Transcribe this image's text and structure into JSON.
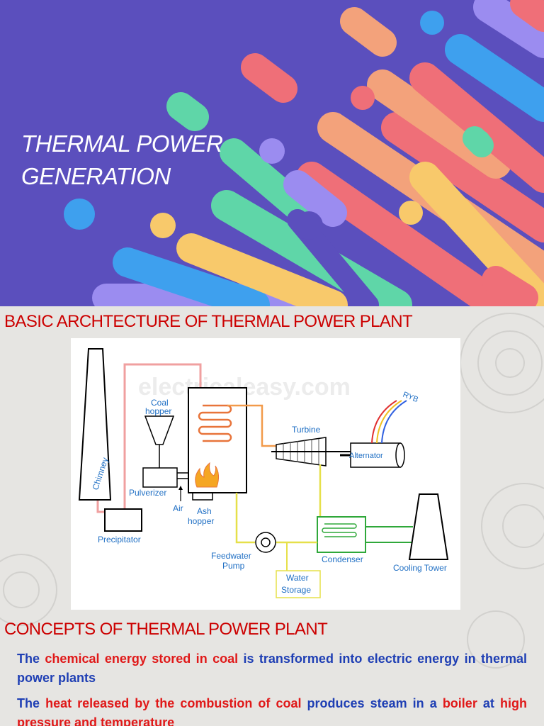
{
  "slide1": {
    "title_line1": "THERMAL POWER",
    "title_line2": "GENERATION"
  },
  "slide2": {
    "heading_architecture": "BASIC ARCHTECTURE OF THERMAL POWER PLANT",
    "heading_concepts": "CONCEPTS OF THERMAL POWER PLANT",
    "diagram": {
      "watermark": "electricaleasy.com",
      "labels": {
        "chimney": "Chimney",
        "coal_hopper_1": "Coal",
        "coal_hopper_2": "hopper",
        "pulverizer": "Pulverizer",
        "air": "Air",
        "ash_hopper_1": "Ash",
        "ash_hopper_2": "hopper",
        "precipitator": "Precipitator",
        "turbine": "Turbine",
        "alternator": "Alternator",
        "ryb": "RYB",
        "feedwater_1": "Feedwater",
        "feedwater_2": "Pump",
        "condenser": "Condenser",
        "cooling_tower": "Cooling Tower",
        "water_storage_1": "Water",
        "water_storage_2": "Storage"
      }
    },
    "concept1": {
      "p1": "The",
      "p2": "chemical energy stored in coal",
      "p3": "is transformed into electric energy in thermal power plants"
    },
    "concept2": {
      "p1": "The",
      "p2": "heat released by the combustion of coal",
      "p3": "produces steam in a",
      "p4": "boiler",
      "p5": "at",
      "p6": "high pressure and temperature"
    },
    "colors": {
      "heading": "#cc0000",
      "text_blue": "#1f3fb4",
      "text_red": "#e01919",
      "slide_bg": "#5b4fbd"
    }
  }
}
